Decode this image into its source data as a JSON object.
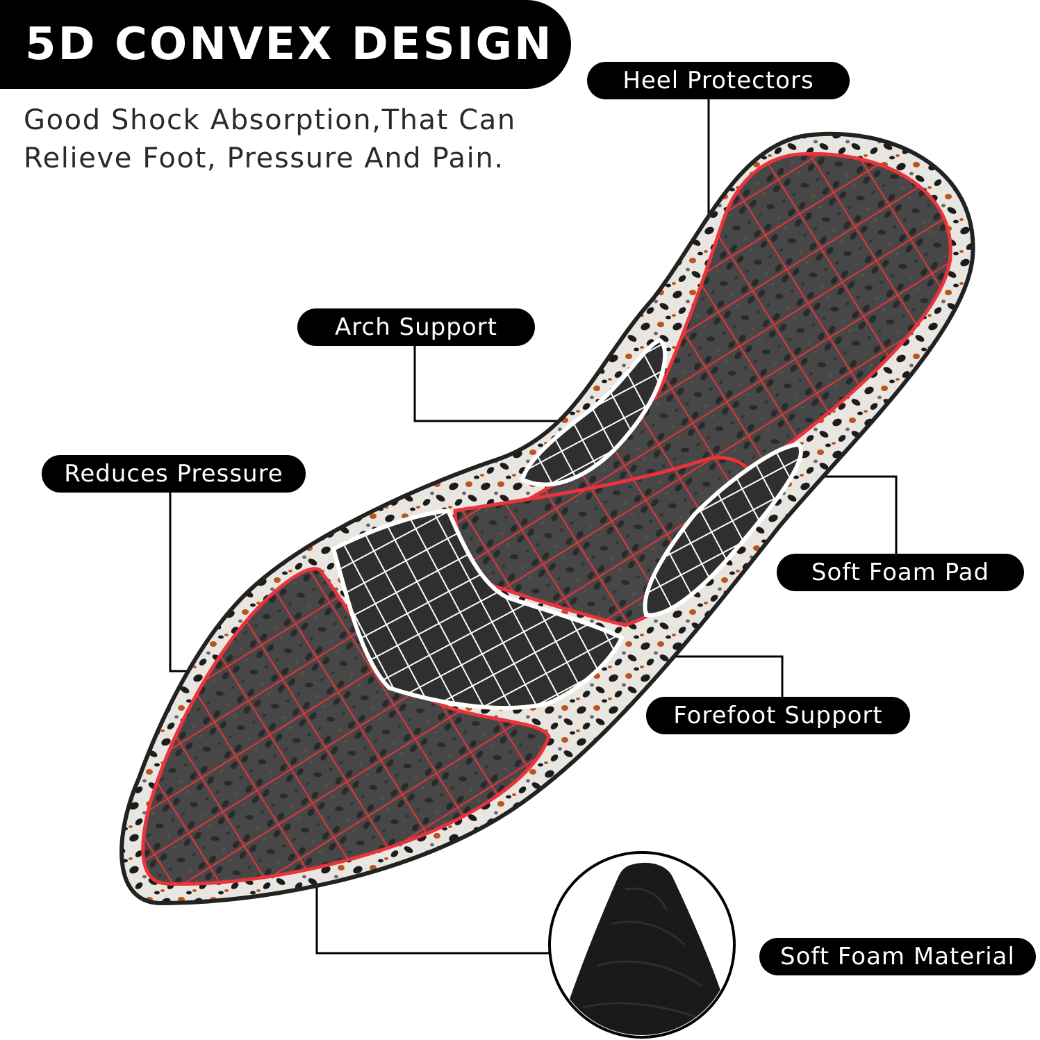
{
  "header": {
    "title": "5D CONVEX DESIGN",
    "subtitle_line1": "Good Shock Absorption,That Can",
    "subtitle_line2": "Relieve Foot, Pressure And Pain."
  },
  "callouts": {
    "heel_protectors": "Heel Protectors",
    "arch_support": "Arch Support",
    "reduces_pressure": "Reduces Pressure",
    "soft_foam_pad": "Soft Foam Pad",
    "forefoot_support": "Forefoot Support",
    "soft_foam_material": "Soft Foam Material"
  },
  "colors": {
    "banner": "#000000",
    "label_bg": "#000000",
    "label_text": "#ffffff",
    "grid_red": "#e8343a",
    "grid_white": "#ffffff",
    "insole_dark": "#3a3a3a",
    "leopard_light": "#e9e6e2",
    "leopard_brown": "#b8561c"
  }
}
